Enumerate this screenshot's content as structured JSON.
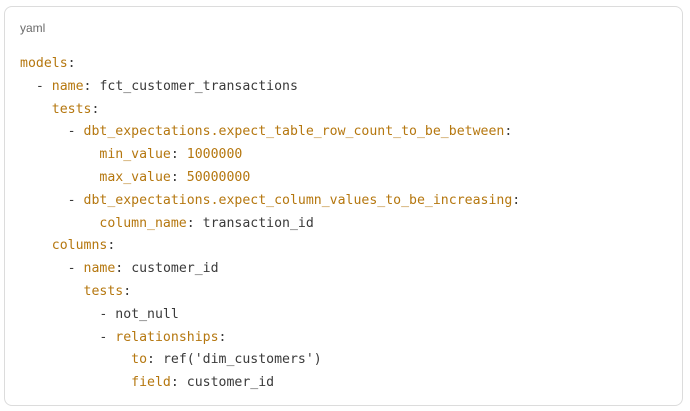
{
  "code_block": {
    "language": "yaml",
    "colors": {
      "key": "#b5770f",
      "text": "#3a3a3a",
      "label": "#6b6b6b",
      "border": "#dcdcdc"
    },
    "lines": [
      {
        "indent": "",
        "dash": "",
        "key": "models",
        "colon": ":",
        "value": "",
        "value_type": ""
      },
      {
        "indent": "  ",
        "dash": "- ",
        "key": "name",
        "colon": ":",
        "value": " fct_customer_transactions",
        "value_type": "val"
      },
      {
        "indent": "    ",
        "dash": "",
        "key": "tests",
        "colon": ":",
        "value": "",
        "value_type": ""
      },
      {
        "indent": "      ",
        "dash": "- ",
        "key": "dbt_expectations.expect_table_row_count_to_be_between",
        "colon": ":",
        "value": "",
        "value_type": ""
      },
      {
        "indent": "          ",
        "dash": "",
        "key": "min_value",
        "colon": ":",
        "value": " 1000000",
        "value_type": "num"
      },
      {
        "indent": "          ",
        "dash": "",
        "key": "max_value",
        "colon": ":",
        "value": " 50000000",
        "value_type": "num"
      },
      {
        "indent": "      ",
        "dash": "- ",
        "key": "dbt_expectations.expect_column_values_to_be_increasing",
        "colon": ":",
        "value": "",
        "value_type": ""
      },
      {
        "indent": "          ",
        "dash": "",
        "key": "column_name",
        "colon": ":",
        "value": " transaction_id",
        "value_type": "val"
      },
      {
        "indent": "    ",
        "dash": "",
        "key": "columns",
        "colon": ":",
        "value": "",
        "value_type": ""
      },
      {
        "indent": "      ",
        "dash": "- ",
        "key": "name",
        "colon": ":",
        "value": " customer_id",
        "value_type": "val"
      },
      {
        "indent": "        ",
        "dash": "",
        "key": "tests",
        "colon": ":",
        "value": "",
        "value_type": ""
      },
      {
        "indent": "          ",
        "dash": "- ",
        "key": "",
        "colon": "",
        "value": "not_null",
        "value_type": "val"
      },
      {
        "indent": "          ",
        "dash": "- ",
        "key": "relationships",
        "colon": ":",
        "value": "",
        "value_type": ""
      },
      {
        "indent": "              ",
        "dash": "",
        "key": "to",
        "colon": ":",
        "value": " ref('dim_customers')",
        "value_type": "val"
      },
      {
        "indent": "              ",
        "dash": "",
        "key": "field",
        "colon": ":",
        "value": " customer_id",
        "value_type": "val"
      }
    ]
  }
}
